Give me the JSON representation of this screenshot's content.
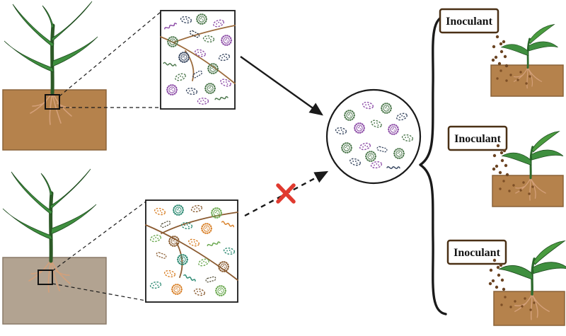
{
  "inoculants": [
    {
      "label": "Inoculant"
    },
    {
      "label": "Inoculant"
    },
    {
      "label": "Inoculant"
    }
  ],
  "palette": {
    "outline": "#1a1a1a",
    "rejection_x": "#e03a2f",
    "soil_top_left": "#b5824c",
    "soil_bottom_left": "#b2a391",
    "soil_right": "#b5824c",
    "leaf_green": "#3f8f3f",
    "stem_green": "#2d5a27",
    "root_pink": "#d4a07a",
    "root_brown": "#9c6b3c",
    "inoculant_dot": "#6b4423",
    "soil_dot": "#7d4f26",
    "community_top": [
      "#8e4fa8",
      "#3b4a63",
      "#4f7a4f"
    ],
    "community_bottom": [
      "#d9822b",
      "#2e8b74",
      "#8b5e34",
      "#6aa84f"
    ],
    "community_selected": [
      "#8e4fa8",
      "#4f7a4f",
      "#3b4a63"
    ]
  },
  "microbe_format": [
    "type",
    "x",
    "y",
    "rotation",
    "color"
  ],
  "microbe_panels": {
    "a": {
      "microbes": [
        [
          "spiral",
          14,
          22,
          -25,
          "#8e4fa8"
        ],
        [
          "oval",
          36,
          13,
          12,
          "#3b4a63"
        ],
        [
          "spiky",
          58,
          12,
          0,
          "#4f7a4f"
        ],
        [
          "oval",
          82,
          18,
          -18,
          "#8e4fa8"
        ],
        [
          "rod",
          48,
          33,
          28,
          "#23303f"
        ],
        [
          "spiky",
          17,
          44,
          0,
          "#4f7a4f"
        ],
        [
          "oval",
          68,
          40,
          8,
          "#4f7a4f"
        ],
        [
          "spiky",
          93,
          42,
          0,
          "#8e4fa8"
        ],
        [
          "oval",
          90,
          66,
          -12,
          "#3b4a63"
        ],
        [
          "spiky",
          33,
          66,
          0,
          "#3b4a63"
        ],
        [
          "oval",
          56,
          60,
          20,
          "#8e4fa8"
        ],
        [
          "spiral",
          13,
          76,
          10,
          "#4f7a4f"
        ],
        [
          "spiky",
          74,
          82,
          0,
          "#4f7a4f"
        ],
        [
          "oval",
          28,
          94,
          -20,
          "#4f7a4f"
        ],
        [
          "rod",
          52,
          90,
          -30,
          "#3b4a63"
        ],
        [
          "spiky",
          16,
          112,
          0,
          "#8e4fa8"
        ],
        [
          "oval",
          44,
          114,
          10,
          "#3b4a63"
        ],
        [
          "spiky",
          70,
          110,
          0,
          "#4f7a4f"
        ],
        [
          "oval",
          92,
          102,
          22,
          "#8e4fa8"
        ],
        [
          "spiral",
          86,
          124,
          -10,
          "#4f7a4f"
        ],
        [
          "oval",
          60,
          128,
          0,
          "#8e4fa8"
        ]
      ]
    },
    "b": {
      "microbes": [
        [
          "oval",
          20,
          16,
          15,
          "#d9822b"
        ],
        [
          "spiky",
          46,
          14,
          0,
          "#2e8b74"
        ],
        [
          "oval",
          72,
          12,
          -12,
          "#8b5e34"
        ],
        [
          "spiky",
          100,
          18,
          0,
          "#6aa84f"
        ],
        [
          "spiral",
          116,
          34,
          20,
          "#d9822b"
        ],
        [
          "rod",
          28,
          34,
          -25,
          "#55503a"
        ],
        [
          "oval",
          58,
          36,
          10,
          "#2e8b74"
        ],
        [
          "spiky",
          86,
          40,
          0,
          "#d9822b"
        ],
        [
          "oval",
          14,
          54,
          -15,
          "#6aa84f"
        ],
        [
          "spiky",
          40,
          58,
          0,
          "#8b5e34"
        ],
        [
          "oval",
          68,
          60,
          18,
          "#d9822b"
        ],
        [
          "spiral",
          96,
          62,
          -15,
          "#6aa84f"
        ],
        [
          "oval",
          118,
          72,
          10,
          "#2e8b74"
        ],
        [
          "rod",
          22,
          78,
          20,
          "#8b5e34"
        ],
        [
          "spiky",
          52,
          84,
          0,
          "#2e8b74"
        ],
        [
          "oval",
          82,
          88,
          -20,
          "#6aa84f"
        ],
        [
          "spiky",
          110,
          94,
          0,
          "#8b5e34"
        ],
        [
          "oval",
          34,
          104,
          12,
          "#d9822b"
        ],
        [
          "spiral",
          62,
          110,
          25,
          "#2e8b74"
        ],
        [
          "rod",
          92,
          112,
          -15,
          "#55503a"
        ],
        [
          "oval",
          14,
          120,
          -10,
          "#2e8b74"
        ],
        [
          "spiky",
          44,
          126,
          0,
          "#d9822b"
        ],
        [
          "oval",
          76,
          130,
          15,
          "#8b5e34"
        ],
        [
          "spiky",
          106,
          128,
          0,
          "#6aa84f"
        ]
      ]
    },
    "circle": {
      "microbes": [
        [
          "spiky",
          -34,
          -30,
          0,
          "#4f7a4f"
        ],
        [
          "oval",
          -8,
          -44,
          15,
          "#8e4fa8"
        ],
        [
          "spiky",
          18,
          -40,
          0,
          "#4f7a4f"
        ],
        [
          "oval",
          40,
          -28,
          -18,
          "#3b4a63"
        ],
        [
          "oval",
          -46,
          -8,
          10,
          "#3b4a63"
        ],
        [
          "spiky",
          -20,
          -12,
          0,
          "#8e4fa8"
        ],
        [
          "oval",
          4,
          -18,
          22,
          "#4f7a4f"
        ],
        [
          "spiky",
          28,
          -10,
          0,
          "#8e4fa8"
        ],
        [
          "oval",
          48,
          2,
          12,
          "#4f7a4f"
        ],
        [
          "spiky",
          -38,
          16,
          0,
          "#4f7a4f"
        ],
        [
          "oval",
          -12,
          14,
          -15,
          "#8e4fa8"
        ],
        [
          "rod",
          12,
          18,
          15,
          "#3b4a63"
        ],
        [
          "spiky",
          36,
          24,
          0,
          "#4f7a4f"
        ],
        [
          "oval",
          -26,
          36,
          18,
          "#3b4a63"
        ],
        [
          "oval",
          4,
          40,
          -10,
          "#8e4fa8"
        ],
        [
          "spiral",
          28,
          44,
          0,
          "#3b4a63"
        ],
        [
          "spiky",
          -4,
          28,
          0,
          "#4f7a4f"
        ]
      ]
    }
  },
  "inoculant_dots": {
    "falling": [
      [
        0,
        0
      ],
      [
        9,
        7
      ],
      [
        -5,
        14
      ],
      [
        6,
        21
      ],
      [
        -2,
        29
      ],
      [
        11,
        28
      ],
      [
        3,
        38
      ],
      [
        13,
        41
      ],
      [
        -6,
        33
      ],
      [
        5,
        10
      ]
    ],
    "soil": [
      [
        0,
        0
      ],
      [
        14,
        6
      ],
      [
        28,
        2
      ],
      [
        41,
        8
      ],
      [
        8,
        14
      ],
      [
        24,
        13
      ],
      [
        36,
        18
      ],
      [
        -5,
        11
      ]
    ]
  }
}
